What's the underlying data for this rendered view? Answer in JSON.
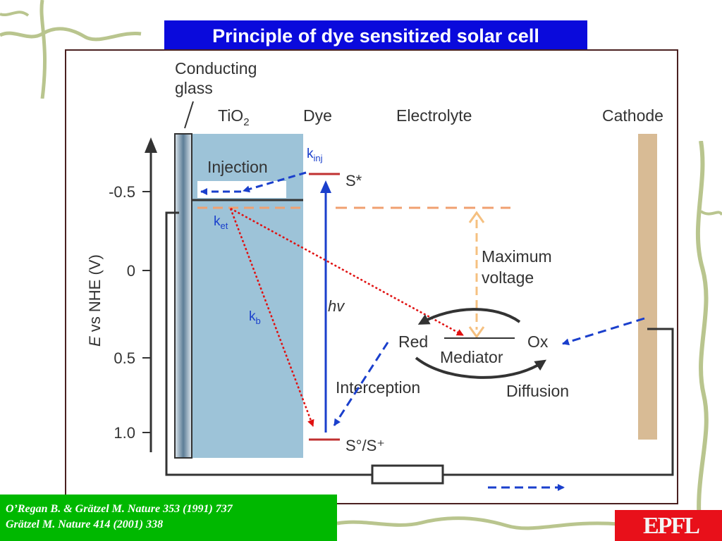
{
  "slide": {
    "title": "Principle of dye sensitized solar cell",
    "citations": [
      "O’Regan B. & Grätzel M. Nature 353 (1991) 737",
      "Grätzel M. Nature 414 (2001) 338"
    ],
    "logo": "EPFL"
  },
  "diagram": {
    "labels": {
      "conducting_glass_1": "Conducting",
      "conducting_glass_2": "glass",
      "tio2": "TiO",
      "tio2_sub": "2",
      "dye": "Dye",
      "electrolyte": "Electrolyte",
      "cathode": "Cathode",
      "injection": "Injection",
      "k_inj": "k",
      "k_inj_sub": "inj",
      "k_et": "k",
      "k_et_sub": "et",
      "k_b": "k",
      "k_b_sub": "b",
      "s_star": "S*",
      "s_ground": "S°/S⁺",
      "hv": "hv",
      "max_voltage_1": "Maximum",
      "max_voltage_2": "voltage",
      "red": "Red",
      "ox": "Ox",
      "mediator": "Mediator",
      "interception": "Interception",
      "diffusion": "Diffusion"
    },
    "axis": {
      "label_italic": "E",
      "label": " vs NHE (V)",
      "ticks": [
        "-0.5",
        "0",
        "0.5",
        "1.0"
      ]
    },
    "colors": {
      "tio2_fill": "#9dc3d8",
      "cathode_fill": "#d8bb95",
      "dye_level": "#c03030",
      "blue_arrow": "#1a3fcc",
      "red_dotted": "#e01010",
      "orange_dashed": "#f0a070",
      "peach_arrow": "#f5c080"
    }
  }
}
